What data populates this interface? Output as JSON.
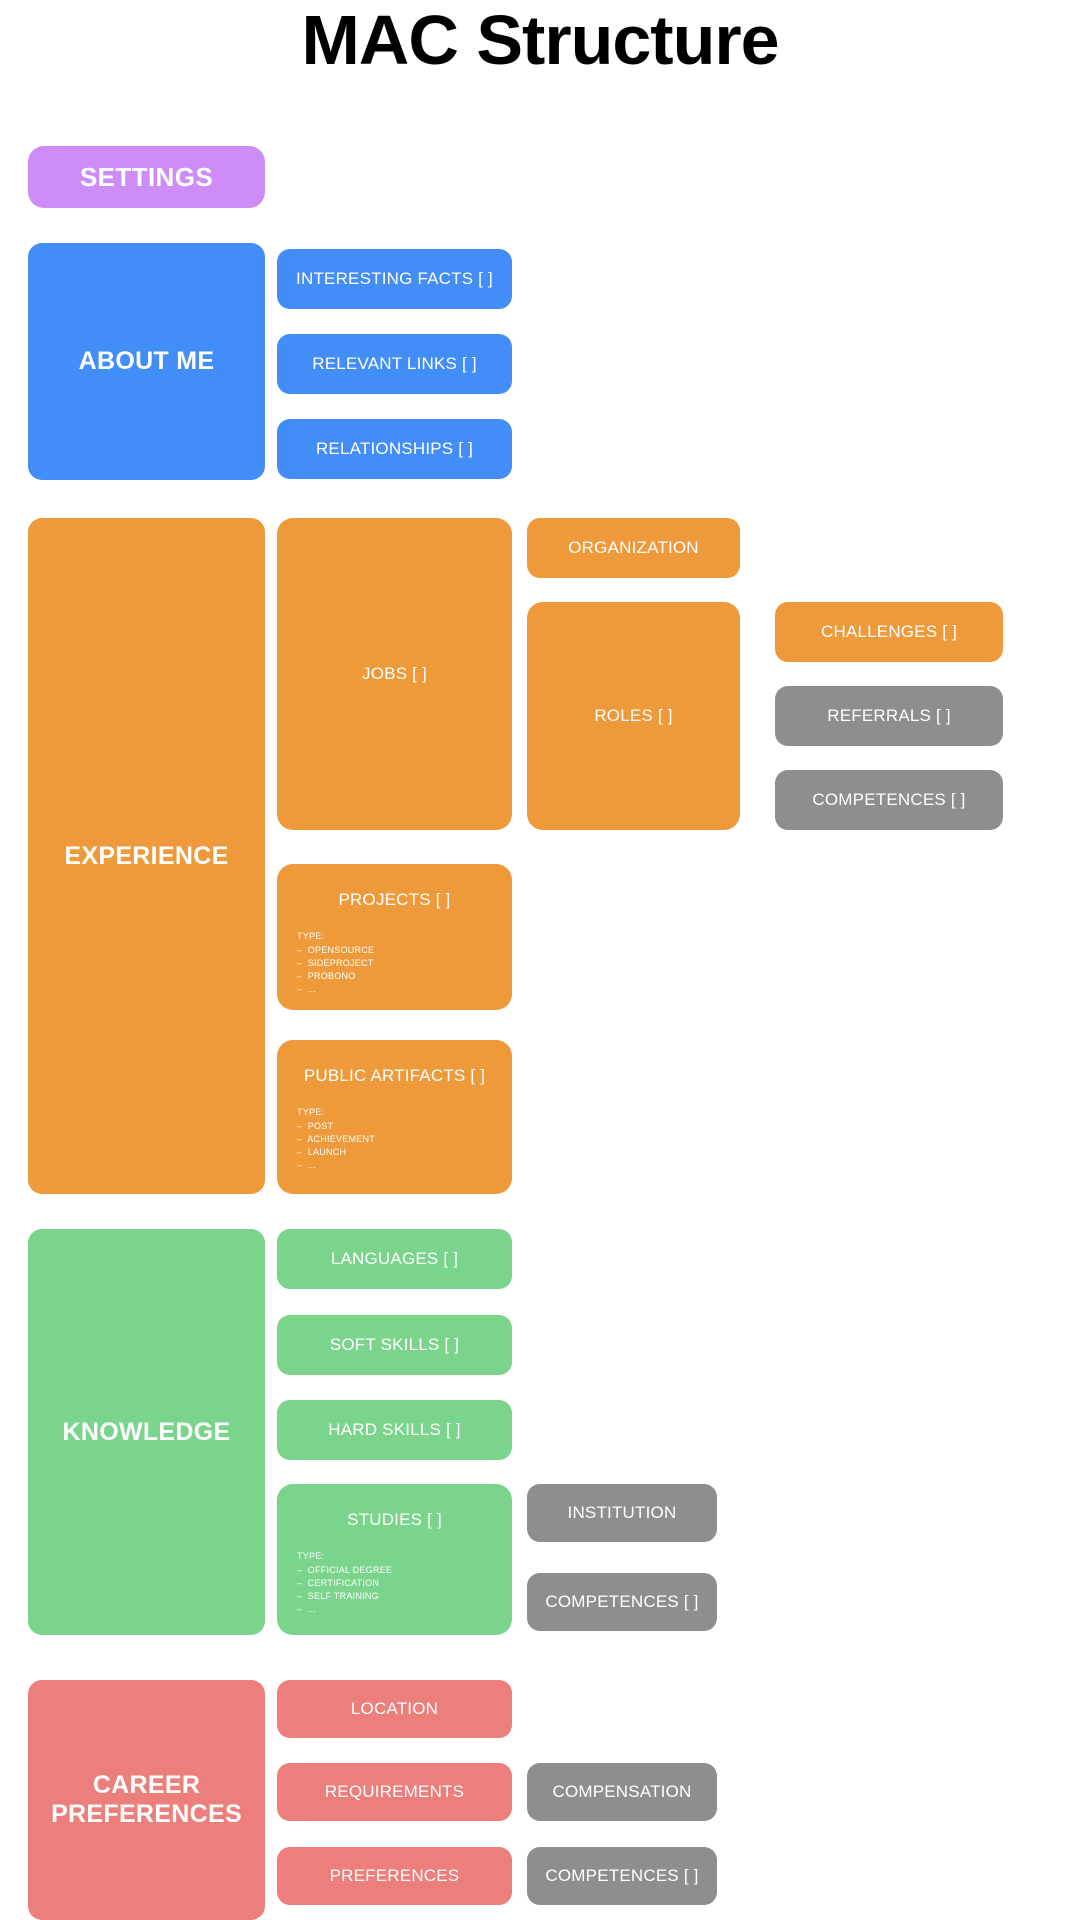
{
  "page": {
    "title": "MAC Structure",
    "background": "#FFFFFF"
  },
  "palette": {
    "purple": "#CE8CF7",
    "blue": "#428DF8",
    "orange": "#EE9A3A",
    "green": "#7BD48C",
    "red": "#EC7E7B",
    "gray": "#8E8E8E",
    "text_on_node": "#FFFFFF",
    "title_color": "#000000"
  },
  "sections": {
    "settings": {
      "label": "SETTINGS"
    },
    "about_me": {
      "label": "ABOUT ME",
      "children": [
        {
          "label": "INTERESTING FACTS [ ]"
        },
        {
          "label": "RELEVANT LINKS [ ]"
        },
        {
          "label": "RELATIONSHIPS [ ]"
        }
      ]
    },
    "experience": {
      "label": "EXPERIENCE",
      "jobs": {
        "label": "JOBS [ ]"
      },
      "organization": {
        "label": "ORGANIZATION"
      },
      "roles": {
        "label": "ROLES [ ]"
      },
      "challenges": {
        "label": "CHALLENGES [ ]"
      },
      "referrals": {
        "label": "REFERRALS [ ]"
      },
      "competences": {
        "label": "COMPETENCES [ ]"
      },
      "projects": {
        "label": "PROJECTS [ ]",
        "type_label": "TYPE:",
        "types": [
          "OPENSOURCE",
          "SIDEPROJECT",
          "PROBONO",
          "..."
        ]
      },
      "public_artifacts": {
        "label": "PUBLIC ARTIFACTS [ ]",
        "type_label": "TYPE:",
        "types": [
          "POST",
          "ACHIEVEMENT",
          "LAUNCH",
          "..."
        ]
      }
    },
    "knowledge": {
      "label": "KNOWLEDGE",
      "languages": {
        "label": "LANGUAGES [ ]"
      },
      "soft_skills": {
        "label": "SOFT SKILLS [ ]"
      },
      "hard_skills": {
        "label": "HARD SKILLS [ ]"
      },
      "studies": {
        "label": "STUDIES [ ]",
        "type_label": "TYPE:",
        "types": [
          "OFFICIAL DEGREE",
          "CERTIFICATION",
          "SELF TRAINING",
          "..."
        ]
      },
      "institution": {
        "label": "INSTITUTION"
      },
      "competences": {
        "label": "COMPETENCES [ ]"
      }
    },
    "career_preferences": {
      "label": "CAREER PREFERENCES",
      "location": {
        "label": "LOCATION"
      },
      "requirements": {
        "label": "REQUIREMENTS"
      },
      "preferences": {
        "label": "PREFERENCES"
      },
      "compensation": {
        "label": "COMPENSATION"
      },
      "competences": {
        "label": "COMPETENCES [ ]"
      }
    }
  }
}
